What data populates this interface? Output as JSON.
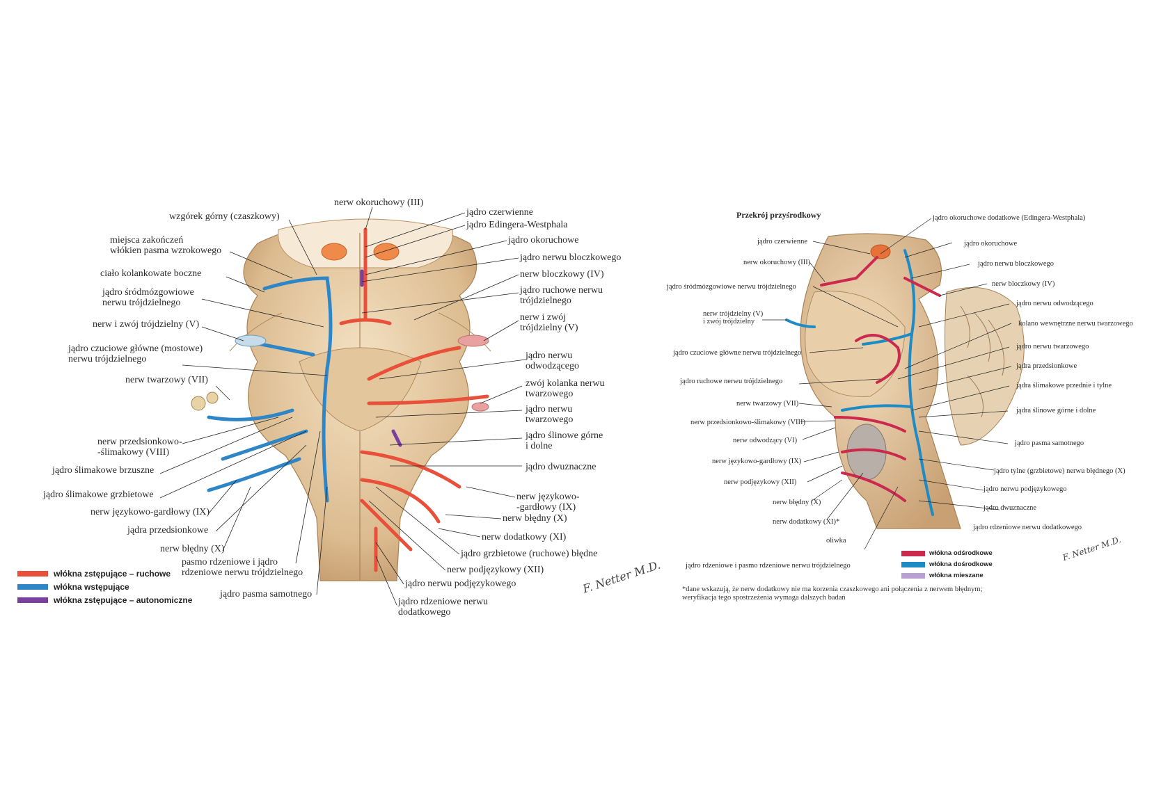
{
  "colors": {
    "motor": "#e8503a",
    "sensory": "#2f86c6",
    "autonomic": "#7b3fa0",
    "efferent": "#c92a4e",
    "afferent": "#1f8bc4",
    "mixed": "#b8a0d2",
    "tissue": "#e9cfaa",
    "tissue_dark": "#c9a77d"
  },
  "left": {
    "labels": {
      "l1": "nerw okoruchowy (III)",
      "l2": "wzgórek górny (czaszkowy)",
      "l3": "miejsca zakończeń\nwłókien pasma wzrokowego",
      "l4": "ciało kolankowate boczne",
      "l5": "jądro śródmózgowiowe\nnerwu trójdzielnego",
      "l6": "nerw i zwój trójdzielny (V)",
      "l7": "jądro czuciowe główne (mostowe)\nnerwu trójdzielnego",
      "l8": "nerw twarzowy (VII)",
      "l9": "nerw przedsionkowo-\n-ślimakowy (VIII)",
      "l10": "jądro ślimakowe brzuszne",
      "l11": "jądro ślimakowe grzbietowe",
      "l12": "nerw językowo-gardłowy (IX)",
      "l13": "jądra przedsionkowe",
      "l14": "nerw błędny (X)",
      "l15": "pasmo rdzeniowe i jądro\nrdzeniowe nerwu trójdzielnego",
      "l16": "jądro pasma samotnego",
      "r1": "jądro czerwienne",
      "r2": "jądro Edingera-Westphala",
      "r3": "jądro okoruchowe",
      "r4": "jądro nerwu bloczkowego",
      "r5": "nerw bloczkowy (IV)",
      "r6": "jądro ruchowe nerwu\ntrójdzielnego",
      "r7": "nerw i zwój\ntrójdzielny (V)",
      "r8": "jądro nerwu\nodwodzącego",
      "r9": "zwój kolanka nerwu\ntwarzowego",
      "r10": "jądro nerwu\ntwarzowego",
      "r11": "jądro ślinowe górne\ni dolne",
      "r12": "jądro dwuznaczne",
      "r13": "nerw językowo-\n-gardłowy (IX)",
      "r14": "nerw błędny (X)",
      "r15": "nerw dodatkowy (XI)",
      "r16": "jądro grzbietowe (ruchowe) błędne",
      "r17": "nerw podjęzykowy (XII)",
      "r18": "jądro nerwu podjęzykowego",
      "r19": "jądro rdzeniowe nerwu\ndodatkowego"
    },
    "legend": [
      {
        "label": "włókna zstępujące – ruchowe",
        "color": "#e8503a"
      },
      {
        "label": "włókna wstępujące",
        "color": "#2f86c6"
      },
      {
        "label": "włókna zstępujące – autonomiczne",
        "color": "#7b3fa0"
      }
    ],
    "signature": "F. Netter M.D."
  },
  "right": {
    "heading": "Przekrój przyśrodkowy",
    "labels": {
      "a1": "jądro okoruchowe dodatkowe (Edingera-Westphala)",
      "a2": "jądro czerwienne",
      "a3": "jądro okoruchowe",
      "a4": "nerw okoruchowy (III)",
      "a5": "jądro nerwu bloczkowego",
      "a6": "jądro śródmózgowiowe nerwu trójdzielnego",
      "a7": "nerw bloczkowy (IV)",
      "a8": "jądro nerwu odwodzącego",
      "a9": "nerw trójdzielny (V)\ni zwój trójdzielny",
      "a10": "kolano wewnętrzne nerwu twarzowego",
      "a11": "jądro nerwu twarzowego",
      "a12": "jądro czuciowe główne nerwu trójdzielnego",
      "a13": "jądra przedsionkowe",
      "a14": "jądro ruchowe nerwu trójdzielnego",
      "a15": "jądra ślimakowe przednie i tylne",
      "a16": "nerw twarzowy (VII)",
      "a17": "jądra ślinowe górne i dolne",
      "a18": "nerw przedsionkowo-ślimakowy (VIII)",
      "a19": "nerw odwodzący (VI)",
      "a20": "jądro pasma samotnego",
      "a21": "nerw językowo-gardłowy (IX)",
      "a22": "jądro tylne (grzbietowe) nerwu błędnego (X)",
      "a23": "nerw podjęzykowy (XII)",
      "a24": "jądro nerwu podjęzykowego",
      "a25": "nerw błędny (X)",
      "a26": "jądro dwuznaczne",
      "a27": "nerw dodatkowy (XI)*",
      "a28": "jądro rdzeniowe nerwu dodatkowego",
      "a29": "oliwka",
      "a30": "jądro rdzeniowe i pasmo rdzeniowe nerwu trójdzielnego"
    },
    "legend": [
      {
        "label": "włókna odśrodkowe",
        "color": "#c92a4e"
      },
      {
        "label": "włókna dośrodkowe",
        "color": "#1f8bc4"
      },
      {
        "label": "włókna mieszane",
        "color": "#b8a0d2"
      }
    ],
    "footnote": "*dane wskazują, że nerw dodatkowy nie ma korzenia czaszkowego ani połączenia z nerwem błędnym;\nweryfikacja tego spostrzeżenia wymaga dalszych badań",
    "signature": "F. Netter M.D."
  }
}
